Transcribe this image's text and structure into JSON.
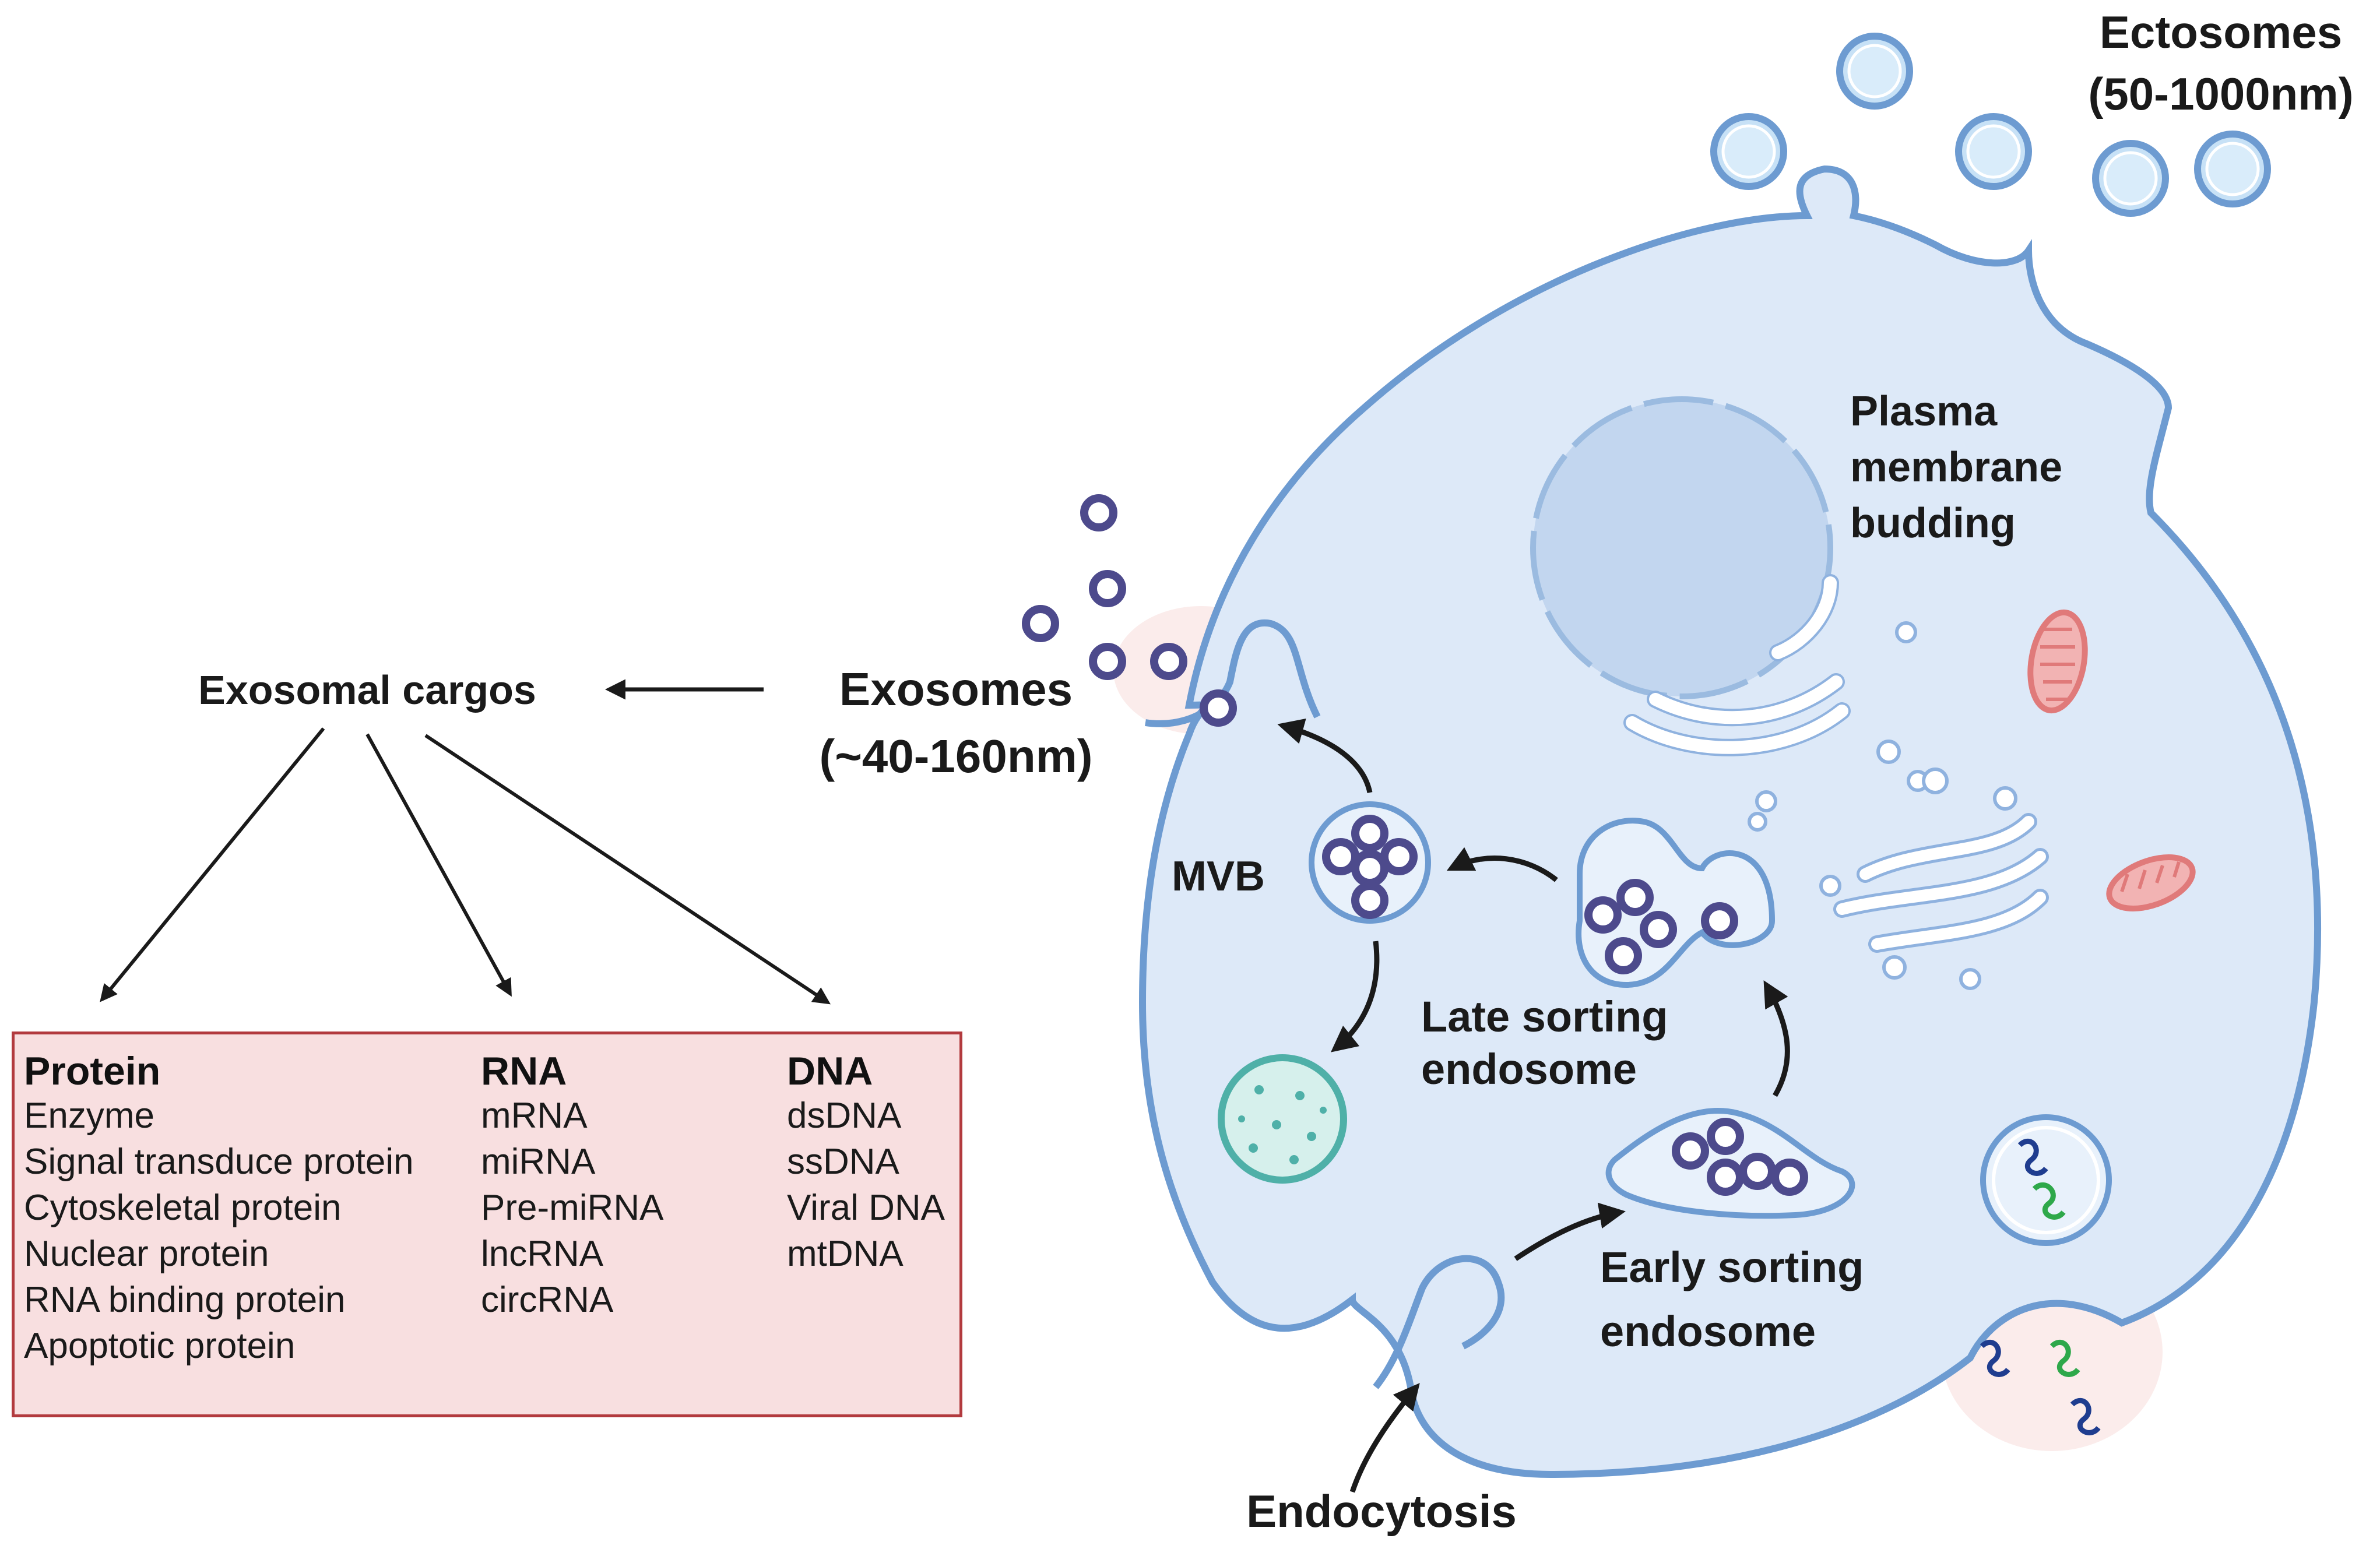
{
  "labels": {
    "ectosomes": "Ectosomes",
    "ectosomes_size": "(50-1000nm)",
    "plasma_membrane_budding": [
      "Plasma",
      "membrane",
      "budding"
    ],
    "exosomes": "Exosomes",
    "exosomes_size": "(~40-160nm)",
    "exosomal_cargos": "Exosomal cargos",
    "mvb": "MVB",
    "late_sorting_endosome": [
      "Late sorting",
      "endosome"
    ],
    "early_sorting_endosome": [
      "Early sorting",
      "endosome"
    ],
    "endocytosis": "Endocytosis"
  },
  "cargo": {
    "protein": {
      "title": "Protein",
      "items": [
        "Enzyme",
        "Signal transduce protein",
        "Cytoskeletal protein",
        "Nuclear protein",
        "RNA binding protein",
        "Apoptotic protein"
      ]
    },
    "rna": {
      "title": "RNA",
      "items": [
        "mRNA",
        "miRNA",
        "Pre-miRNA",
        "lncRNA",
        "circRNA"
      ]
    },
    "dna": {
      "title": "DNA",
      "items": [
        "dsDNA",
        "ssDNA",
        "Viral DNA",
        "mtDNA"
      ]
    }
  },
  "colors": {
    "cell_fill": "#dde9f8",
    "membrane": "#6d9bd1",
    "vesicle_core": "#53508f",
    "mitochondria": "#e07a7a",
    "cargo_box_fill": "#f8dfe0",
    "cargo_box_border": "#b23a3e",
    "lysosome": "#4fb0a8"
  }
}
